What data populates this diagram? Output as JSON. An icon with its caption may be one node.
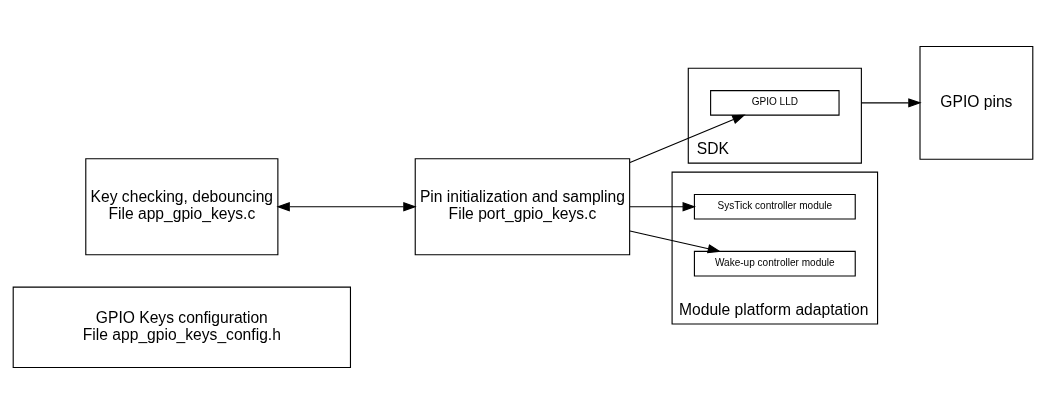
{
  "diagram": {
    "nodes": [
      {
        "text": [
          "GPIO Keys configuration",
          "File app_gpio_keys_config.h"
        ]
      },
      {
        "text": [
          "Key checking, debouncing",
          "File app_gpio_keys.c"
        ]
      },
      {
        "text": [
          "Pin initialization and sampling",
          "File port_gpio_keys.c"
        ]
      },
      {
        "text": [
          "SDK"
        ]
      },
      {
        "text": [
          "GPIO LLD"
        ],
        "in": 3
      },
      {
        "text": [
          "GPIO pins"
        ]
      },
      {
        "text": [
          "Module platform adaptation"
        ]
      },
      {
        "text": [
          "SysTick controller module"
        ],
        "in": 6
      },
      {
        "text": [
          "Wake-up controller module"
        ],
        "in": 6
      }
    ],
    "edges": [
      {
        "from": 1,
        "to": 2,
        "arrow": "both"
      },
      {
        "from": 2,
        "to": 4,
        "arrow": "to"
      },
      {
        "from": 3,
        "to": 5,
        "arrow": "to"
      },
      {
        "from": 2,
        "to": 7,
        "arrow": "to"
      },
      {
        "from": 2,
        "to": 8,
        "arrow": "to"
      }
    ]
  }
}
